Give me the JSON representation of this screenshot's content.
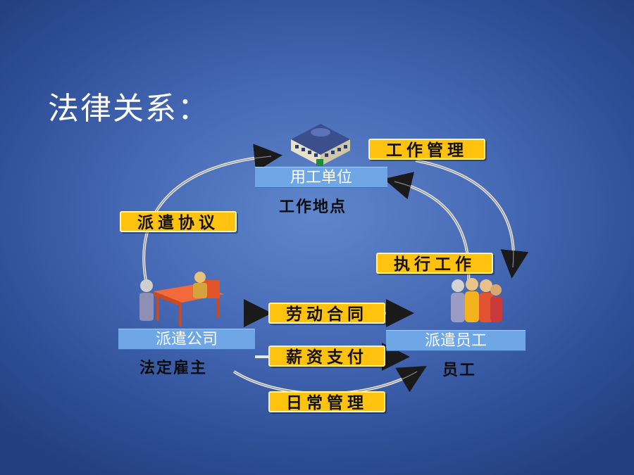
{
  "slide": {
    "title": "法律关系："
  },
  "nodes": {
    "employer_unit": {
      "label": "用工单位",
      "sub": "工作地点"
    },
    "dispatch_company": {
      "label": "派遣公司",
      "sub": "法定雇主"
    },
    "dispatched_staff": {
      "label": "派遣员工",
      "sub": "员工"
    }
  },
  "relations": {
    "work_management": "工作管理",
    "dispatch_agreement": "派遣协议",
    "perform_work": "执行工作",
    "labor_contract": "劳动合同",
    "salary_payment": "薪资支付",
    "daily_management": "日常管理"
  },
  "colors": {
    "tag_bg": "#ffc20e",
    "node_bar": "#6fa7e6",
    "arrow": "#d9d9d9"
  }
}
